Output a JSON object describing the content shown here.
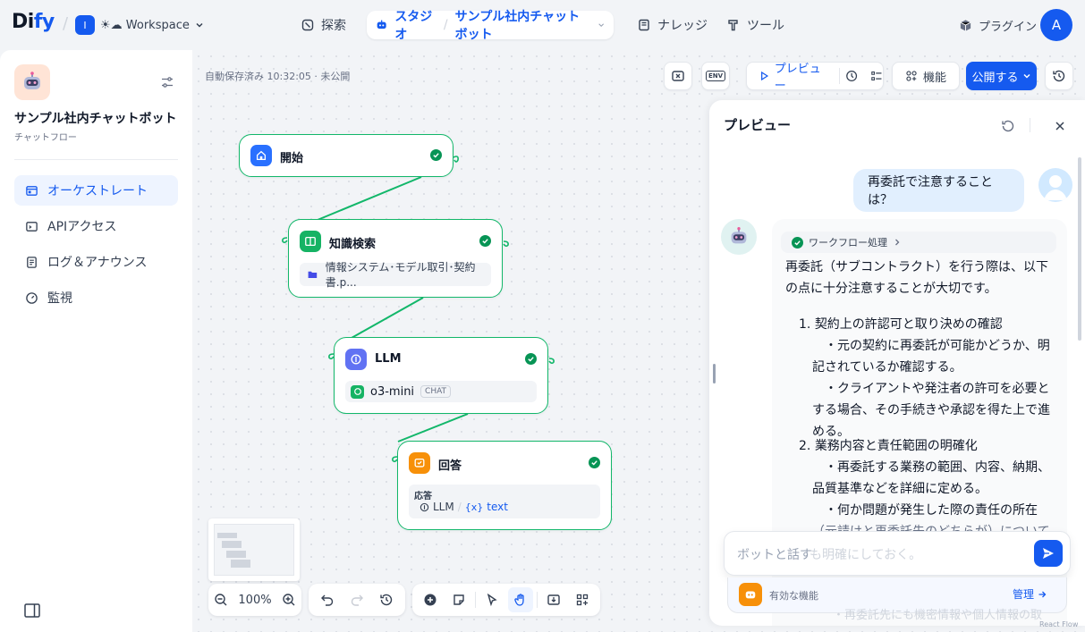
{
  "topbar": {
    "logo_main": "Di",
    "logo_accent": "fy",
    "workspace_initial": "I",
    "workspace_name": "☀☁ Workspace",
    "nav_explore": "探索",
    "nav_studio": "スタジオ",
    "nav_app": "サンプル社内チャットボット",
    "nav_knowledge": "ナレッジ",
    "nav_tools": "ツール",
    "plugins": "プラグイン",
    "user_initial": "A"
  },
  "sidebar": {
    "app_name": "サンプル社内チャットボット",
    "app_type": "チャットフロー",
    "items": [
      {
        "label": "オーケストレート"
      },
      {
        "label": "APIアクセス"
      },
      {
        "label": "ログ＆アナウンス"
      },
      {
        "label": "監視"
      }
    ]
  },
  "canvas": {
    "status": "自動保存済み 10:32:05 · 未公開",
    "toolbar": {
      "env": "ENV",
      "preview": "プレビュー",
      "features": "機能",
      "publish": "公開する"
    },
    "nodes": {
      "start": {
        "title": "開始"
      },
      "knowledge": {
        "title": "知識検索",
        "dataset": "情報システム･モデル取引･契約書.p..."
      },
      "llm": {
        "title": "LLM",
        "model": "o3-mini",
        "mode": "CHAT"
      },
      "answer": {
        "title": "回答",
        "label": "応答",
        "var_node": "LLM",
        "var_name": "text"
      }
    },
    "zoom": "100%"
  },
  "preview": {
    "title": "プレビュー",
    "user_message": "再委託で注意することは？",
    "workflow_label": "ワークフロー処理",
    "answer_intro": "再委託（サブコントラクト）を行う際は、以下の点に十分注意することが大切です。",
    "items": [
      {
        "heading": "契約上の許認可と取り決めの確認",
        "points": [
          "・元の契約に再委託が可能かどうか、明記されているか確認する。",
          "・クライアントや発注者の許可を必要とする場合、その手続きや承認を得た上で進める。"
        ]
      },
      {
        "heading": "業務内容と責任範囲の明確化",
        "points": [
          "・再委託する業務の範囲、内容、納期、品質基準などを詳細に定める。",
          "・何か問題が発生した際の責任の所在"
        ]
      }
    ],
    "overflow_line_1": "（元請けと再委託先のどちらが）について",
    "overflow_line_2": "も明確にしておく。",
    "overflow_line_3": "・再委託先にも機密情報や個人情報の取",
    "input_placeholder": "ボットと話す",
    "features_label": "有効な機能",
    "manage": "管理",
    "react_flow": "React Flow"
  },
  "colors": {
    "accent": "#155aef",
    "success": "#12b76a",
    "llm_icon": "#6172f3",
    "answer_icon": "#f79009",
    "knowledge_icon": "#16b364"
  }
}
